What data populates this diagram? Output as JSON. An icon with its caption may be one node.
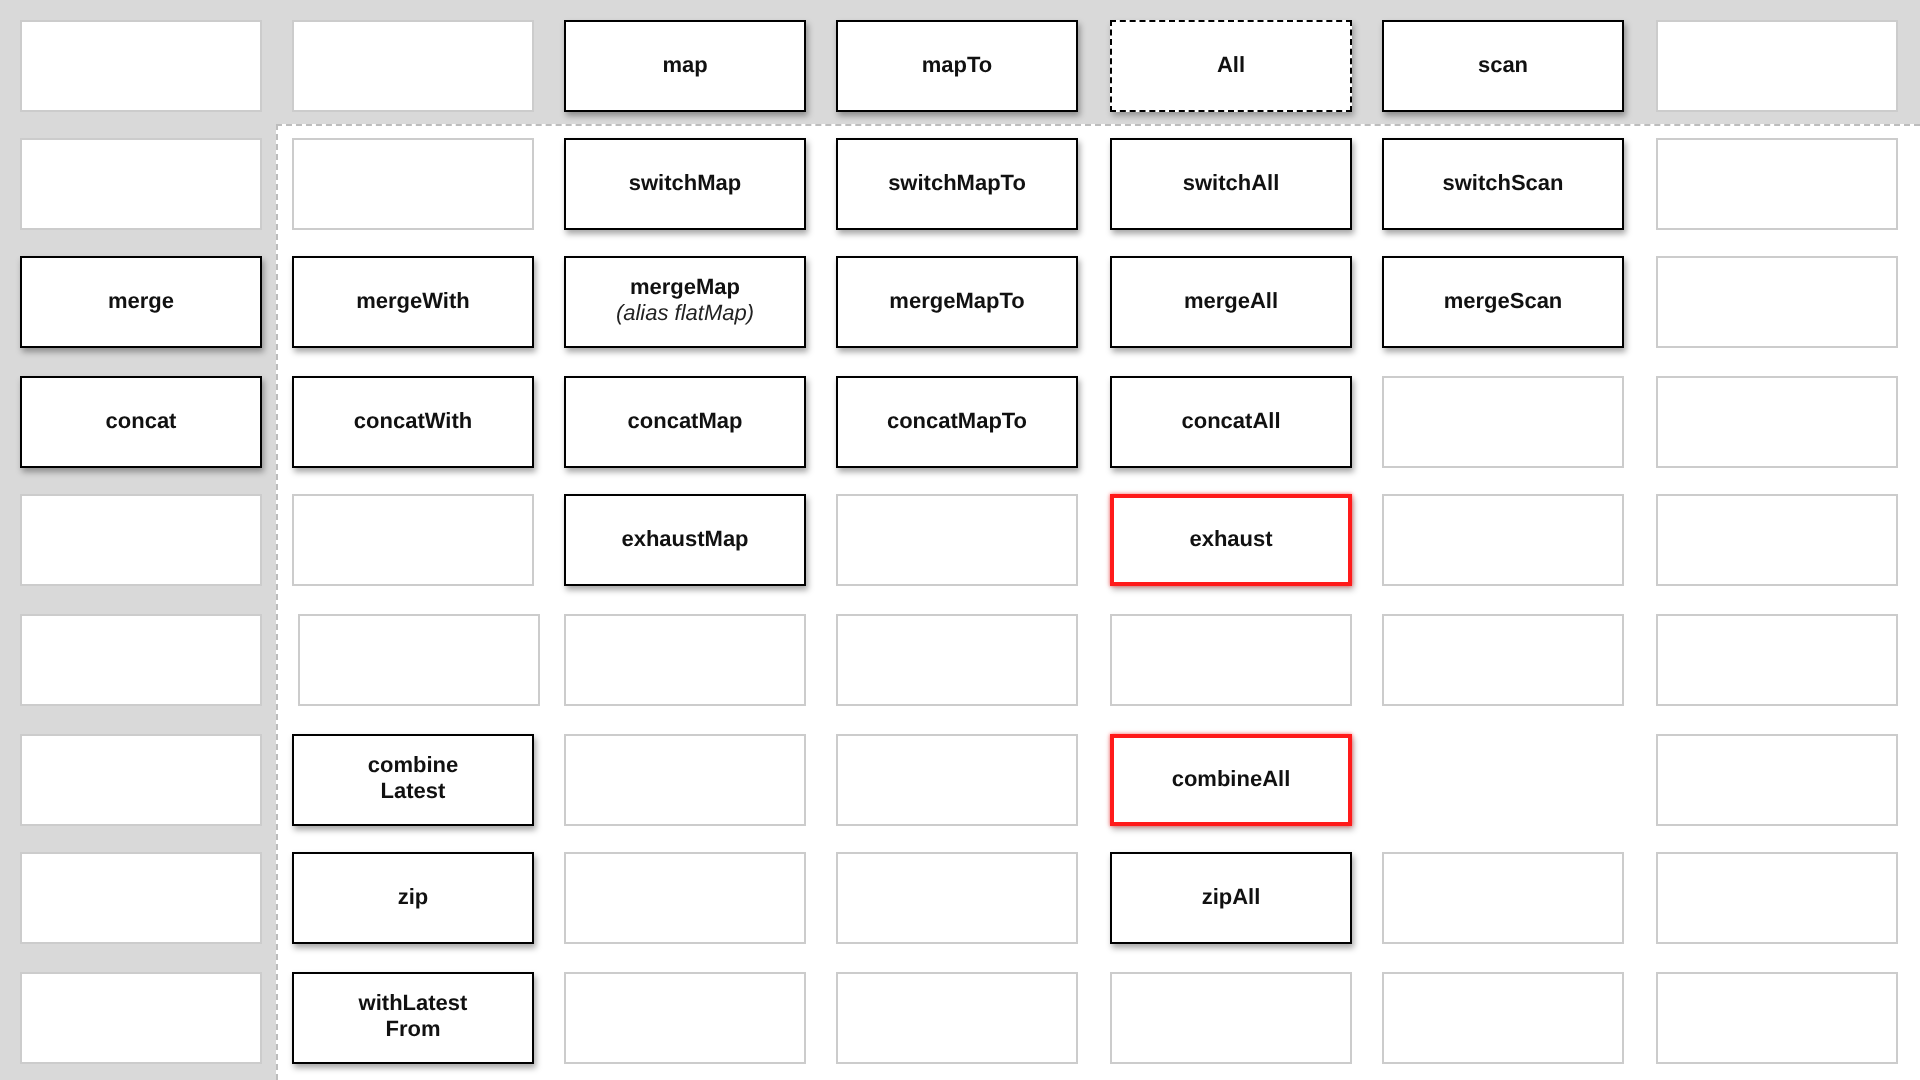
{
  "diagram": {
    "nodes": [
      {
        "text": [],
        "shape": "box"
      },
      {
        "text": [],
        "shape": "box"
      },
      {
        "text": [
          "map"
        ]
      },
      {
        "text": [
          "mapTo"
        ]
      },
      {
        "text": [
          "All"
        ]
      },
      {
        "text": [
          "scan"
        ]
      },
      {
        "text": [],
        "shape": "box"
      },
      {
        "text": [],
        "shape": "box"
      },
      {
        "text": [],
        "shape": "box"
      },
      {
        "text": [
          "switchMap"
        ]
      },
      {
        "text": [
          "switchMapTo"
        ]
      },
      {
        "text": [
          "switchAll"
        ]
      },
      {
        "text": [
          "switchScan"
        ]
      },
      {
        "text": [],
        "shape": "box"
      },
      {
        "text": [
          "merge"
        ]
      },
      {
        "text": [
          "mergeWith"
        ]
      },
      {
        "text": [
          "mergeMap",
          "(alias flatMap)"
        ]
      },
      {
        "text": [
          "mergeMapTo"
        ]
      },
      {
        "text": [
          "mergeAll"
        ]
      },
      {
        "text": [
          "mergeScan"
        ]
      },
      {
        "text": [],
        "shape": "box"
      },
      {
        "text": [
          "concat"
        ]
      },
      {
        "text": [
          "concatWith"
        ]
      },
      {
        "text": [
          "concatMap"
        ]
      },
      {
        "text": [
          "concatMapTo"
        ]
      },
      {
        "text": [
          "concatAll"
        ]
      },
      {
        "text": [],
        "shape": "box"
      },
      {
        "text": [],
        "shape": "box"
      },
      {
        "text": [],
        "shape": "box"
      },
      {
        "text": [],
        "shape": "box"
      },
      {
        "text": [
          "exhaustMap"
        ]
      },
      {
        "text": [],
        "shape": "box"
      },
      {
        "text": [
          "exhaust"
        ]
      },
      {
        "text": [],
        "shape": "box"
      },
      {
        "text": [],
        "shape": "box"
      },
      {
        "text": [],
        "shape": "box"
      },
      {
        "text": [],
        "shape": "box"
      },
      {
        "text": [],
        "shape": "box"
      },
      {
        "text": [],
        "shape": "box"
      },
      {
        "text": [],
        "shape": "box"
      },
      {
        "text": [],
        "shape": "box"
      },
      {
        "text": [],
        "shape": "box"
      },
      {
        "text": [],
        "shape": "box"
      },
      {
        "text": [
          "combine Latest"
        ]
      },
      {
        "text": [],
        "shape": "box"
      },
      {
        "text": [],
        "shape": "box"
      },
      {
        "text": [
          "combineAll"
        ]
      },
      {
        "text": [],
        "shape": "box"
      },
      {
        "text": [],
        "shape": "box"
      },
      {
        "text": [
          "zip"
        ]
      },
      {
        "text": [],
        "shape": "box"
      },
      {
        "text": [],
        "shape": "box"
      },
      {
        "text": [
          "zipAll"
        ]
      },
      {
        "text": [],
        "shape": "box"
      },
      {
        "text": [],
        "shape": "box"
      },
      {
        "text": [],
        "shape": "box"
      },
      {
        "text": [
          "withLatest From"
        ]
      },
      {
        "text": [],
        "shape": "box"
      },
      {
        "text": [],
        "shape": "box"
      },
      {
        "text": [],
        "shape": "box"
      },
      {
        "text": [],
        "shape": "box"
      },
      {
        "text": [],
        "shape": "box"
      }
    ]
  }
}
